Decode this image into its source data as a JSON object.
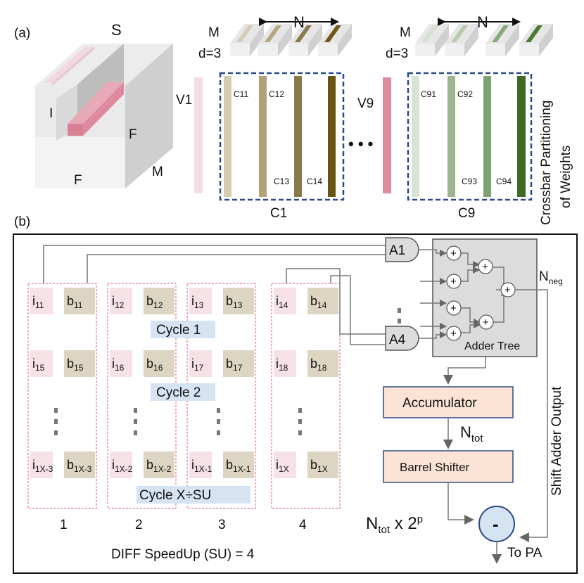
{
  "panel_a": {
    "label": "(a)",
    "cube": {
      "title": "S",
      "i_label": "I",
      "f_right": "F",
      "f_bottom": "F",
      "m_label": "M"
    },
    "group1": {
      "m_label": "M",
      "n_label": "N",
      "d_label": "d=3",
      "v_label": "V1",
      "c_label": "C1",
      "cols": [
        "C11",
        "C12",
        "C13",
        "C14"
      ]
    },
    "group9": {
      "m_label": "M",
      "n_label": "N",
      "d_label": "d=3",
      "v_label": "V9",
      "c_label": "C9",
      "cols": [
        "C91",
        "C92",
        "C93",
        "C94"
      ]
    },
    "ellipsis": "• • •",
    "side_caption_1": "Crossbar Partitioning",
    "side_caption_2": "of Weights"
  },
  "panel_b": {
    "label": "(b)",
    "columns": [
      {
        "number": "1",
        "rows": [
          [
            "i",
            "11",
            "b",
            "11"
          ],
          [
            "i",
            "15",
            "b",
            "15"
          ],
          [
            "i",
            "1X-3",
            "b",
            "1X-3"
          ]
        ]
      },
      {
        "number": "2",
        "rows": [
          [
            "i",
            "12",
            "b",
            "12"
          ],
          [
            "i",
            "16",
            "b",
            "16"
          ],
          [
            "i",
            "1X-2",
            "b",
            "1X-2"
          ]
        ]
      },
      {
        "number": "3",
        "rows": [
          [
            "i",
            "13",
            "b",
            "13"
          ],
          [
            "i",
            "17",
            "b",
            "17"
          ],
          [
            "i",
            "1X-1",
            "b",
            "1X-1"
          ]
        ]
      },
      {
        "number": "4",
        "rows": [
          [
            "i",
            "14",
            "b",
            "14"
          ],
          [
            "i",
            "18",
            "b",
            "18"
          ],
          [
            "i",
            "1X",
            "b",
            "1X"
          ]
        ]
      }
    ],
    "cycles": [
      "Cycle 1",
      "Cycle 2",
      "Cycle X÷SU"
    ],
    "gates": [
      "A1",
      "A4"
    ],
    "adder_plus": "+",
    "adder_tree_label": "Adder  Tree",
    "n_neg_main": "N",
    "n_neg_sub": "neg",
    "accumulator": "Accumulator",
    "n_tot_main": "N",
    "n_tot_sub": "tot",
    "barrel_shifter": "Barrel Shifter",
    "formula_n": "N",
    "formula_sub": "tot",
    "formula_x": " x 2",
    "formula_sup": "p",
    "minus": "-",
    "to_pa": "To PA",
    "side_output": "Shift Adder Output",
    "footer": "DIFF SpeedUp  (SU) = 4"
  }
}
